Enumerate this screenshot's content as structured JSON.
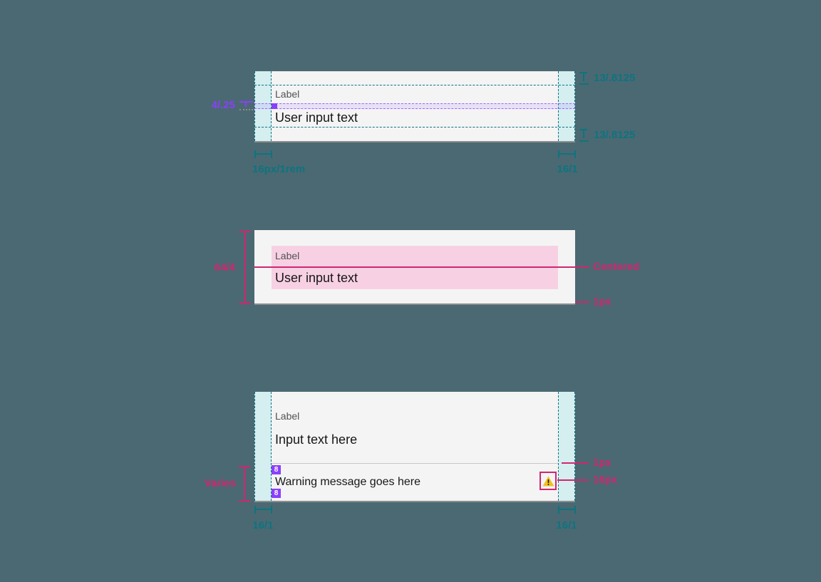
{
  "colors": {
    "page_background": "#4b6972",
    "field_background": "#f4f4f4",
    "field_border_bottom": "#8d8d8d",
    "padding_highlight": "#d5eef0",
    "teal_annotation": "#0d7480",
    "magenta_annotation": "#d02670",
    "pink_highlight": "#f7d1e3",
    "purple_annotation": "#8a3ffc",
    "label_text": "#525252",
    "input_text": "#161616",
    "divider_line": "#c6c6c6",
    "warning_yellow": "#f1c21b"
  },
  "icons": {
    "warning": "warning-filled-icon",
    "horizontal_measure": "h-bracket-icon",
    "type_height": "type-height-icon",
    "gap_measure": "gap-measure-icon",
    "vertical_bracket": "v-bracket-icon"
  },
  "d1": {
    "label": "Label",
    "input_text": "User input text",
    "type_top": "13/.8125",
    "type_bottom": "13/.8125",
    "gap": "4/.25",
    "pad_left": "16px/1rem",
    "pad_right": "16/1"
  },
  "d2": {
    "label": "Label",
    "input_text": "User input text",
    "height": "64/4",
    "centered": "Centered",
    "border": "1px"
  },
  "d3": {
    "label": "Label",
    "input_text": "Input text here",
    "warning": "Warning message goes here",
    "spacer_top": "8",
    "spacer_bottom": "8",
    "height": "Varies",
    "divider": "1px",
    "icon_size": "16px",
    "pad_left": "16/1",
    "pad_right": "16/1"
  }
}
